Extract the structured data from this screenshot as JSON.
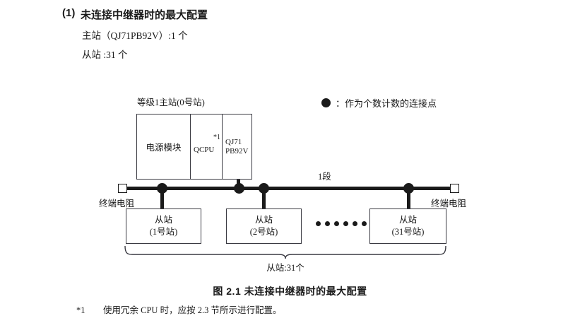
{
  "heading": {
    "number": "(1)",
    "title": "未连接中继器时的最大配置",
    "master_count_line": "主站（QJ71PB92V）:1 个",
    "slave_count_line": "从站 :31 个"
  },
  "legend": {
    "marker": "filled-circle",
    "text": "：作为个数计数的连接点"
  },
  "diagram": {
    "rack_label": "等级1主站(0号站)",
    "rack_cells": [
      {
        "name": "power-module",
        "label": "电源模块"
      },
      {
        "name": "qcpu",
        "label": "QCPU",
        "note": "*1"
      },
      {
        "name": "master-module",
        "label": "QJ71\nPB92V"
      }
    ],
    "segment_label": "1段",
    "terminator_left_label": "终端电阻",
    "terminator_right_label": "终端电阻",
    "slaves": [
      {
        "title": "从站",
        "station": "(1号站)"
      },
      {
        "title": "从站",
        "station": "(2号站)"
      },
      {
        "title": "从站",
        "station": "(31号站)"
      }
    ],
    "ellipsis_dot_count": 6,
    "bus_node_count": 4,
    "brace_total_label": "从站:31个"
  },
  "figure": {
    "caption": "图 2.1  未连接中继器时的最大配置"
  },
  "footnote": {
    "mark": "*1",
    "text": "使用冗余 CPU 时，应按 2.3 节所示进行配置。"
  },
  "colors": {
    "ink": "#1a1a1a",
    "box_stroke": "#3a3a42",
    "page_background": "#ffffff"
  }
}
